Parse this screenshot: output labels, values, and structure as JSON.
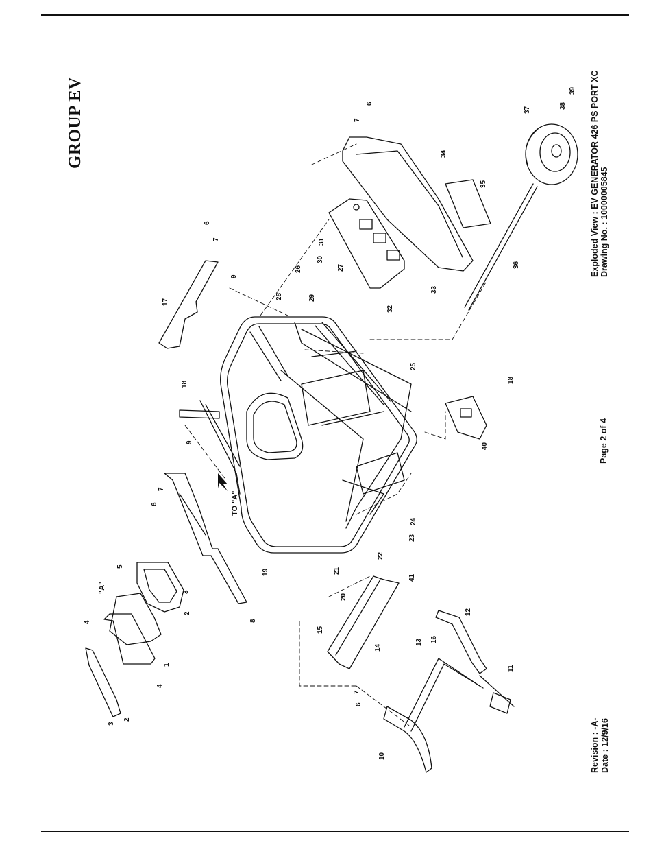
{
  "page": {
    "group_title": "GROUP EV",
    "page_number": "Page 2 of 4",
    "revision": "Revision : -A-",
    "date": "Date : 12/9/16",
    "view_title": "Exploded View : EV GENERATOR 426 PS PORT XC",
    "drawing_no": "Drawing No. : 10000005845"
  },
  "callouts": {
    "a_mark": "\"A\"",
    "to_a": "TO \"A\""
  },
  "part_labels": [
    "1",
    "2",
    "3",
    "4",
    "5",
    "6",
    "7",
    "8",
    "9",
    "10",
    "11",
    "12",
    "13",
    "14",
    "15",
    "16",
    "17",
    "18",
    "19",
    "20",
    "21",
    "22",
    "23",
    "24",
    "25",
    "26",
    "27",
    "28",
    "29",
    "30",
    "31",
    "32",
    "33",
    "34",
    "35",
    "36",
    "37",
    "38",
    "39",
    "40",
    "41"
  ],
  "colors": {
    "ink": "#111111",
    "paper": "#ffffff"
  }
}
